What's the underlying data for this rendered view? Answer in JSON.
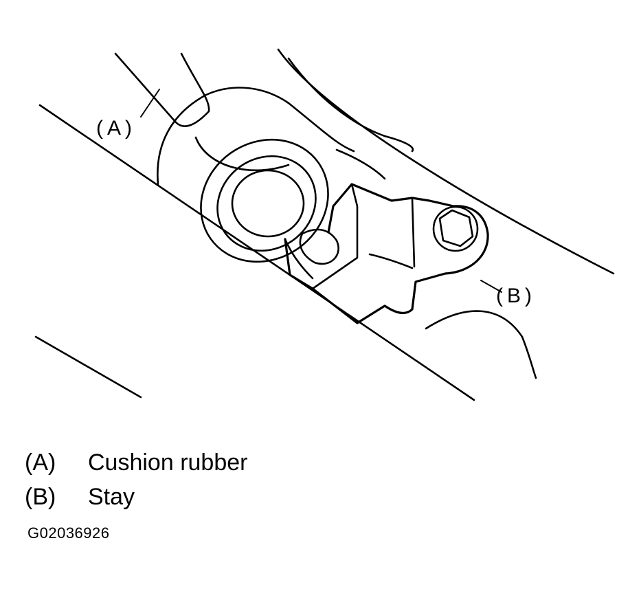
{
  "callouts": {
    "a": "(A)",
    "b": "(B)"
  },
  "legend": [
    {
      "key": "(A)",
      "label": "Cushion rubber"
    },
    {
      "key": "(B)",
      "label": "Stay"
    }
  ],
  "figure_code": "G02036926"
}
